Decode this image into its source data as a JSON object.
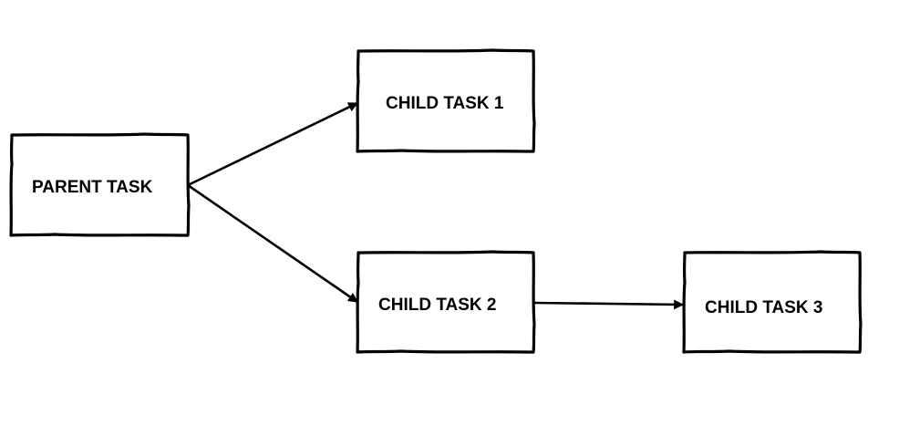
{
  "colors": {
    "background": "#ffffff",
    "stroke": "#000000",
    "text": "#000000"
  },
  "nodes": {
    "parent": {
      "label": "PARENT TASK"
    },
    "child1": {
      "label": "CHILD TASK 1"
    },
    "child2": {
      "label": "CHILD TASK 2"
    },
    "child3": {
      "label": "CHILD TASK 3"
    }
  },
  "edges": [
    {
      "from": "parent",
      "to": "child1"
    },
    {
      "from": "parent",
      "to": "child2"
    },
    {
      "from": "child2",
      "to": "child3"
    }
  ]
}
